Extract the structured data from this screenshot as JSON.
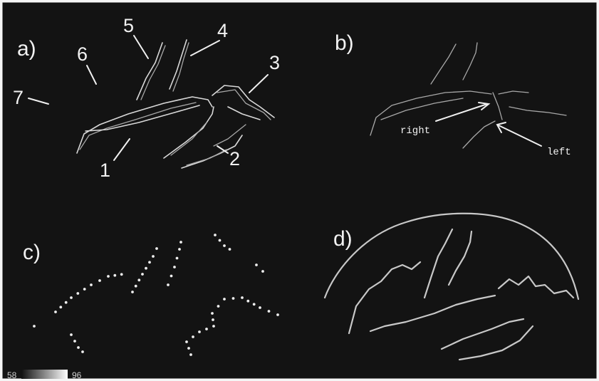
{
  "panels": {
    "a": {
      "letter": "a)",
      "labels": [
        "1",
        "2",
        "3",
        "4",
        "5",
        "6",
        "7"
      ]
    },
    "b": {
      "letter": "b)",
      "right_label": "right",
      "left_label": "left"
    },
    "c": {
      "letter": "c)"
    },
    "d": {
      "letter": "d)"
    }
  },
  "scale_bar": {
    "min_label": "58",
    "max_label": "96"
  },
  "colors": {
    "background": "#131313",
    "foreground": "#eeeeee"
  }
}
